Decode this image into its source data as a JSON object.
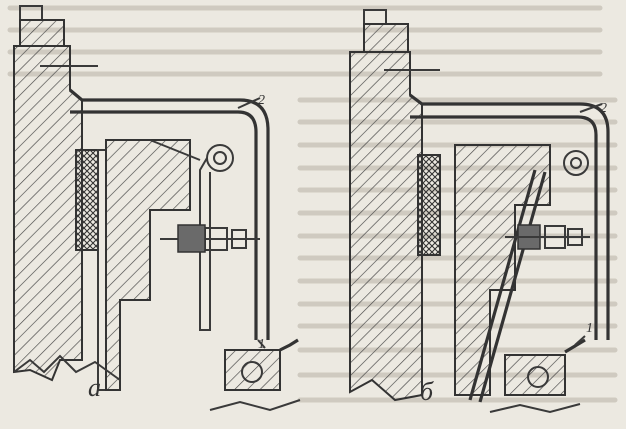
{
  "figure": {
    "left": {
      "caption": "а",
      "callouts": [
        "2",
        "1"
      ]
    },
    "right": {
      "caption": "б",
      "callouts": [
        "2",
        "1"
      ]
    }
  },
  "colors": {
    "paper": "#ece9e1",
    "ink": "#333333",
    "faded_text": "#cfcac0"
  }
}
